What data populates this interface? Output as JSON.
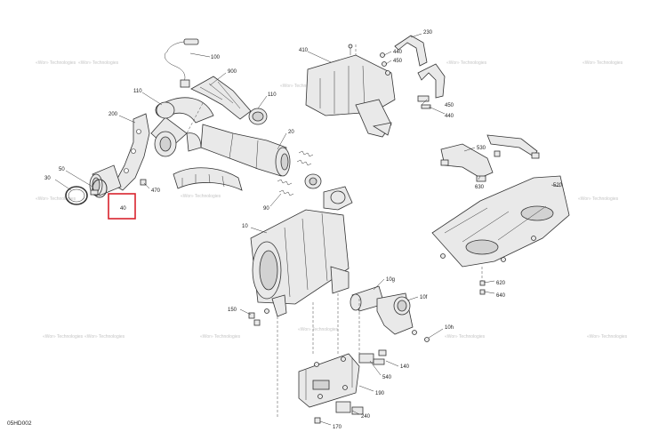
{
  "diagram": {
    "drawing_code": "05HD002",
    "highlight_color": "#d9232d",
    "watermark_text": "«Wor» Technologies",
    "labels": {
      "l100": "100",
      "l900": "900",
      "l110a": "110",
      "l110b": "110",
      "l200": "200",
      "l20": "20",
      "l50": "50",
      "l30": "30",
      "l40": "40",
      "l470": "470",
      "l90": "90",
      "l410": "410",
      "l230": "230",
      "l440a": "440",
      "l450a": "450",
      "l450b": "450",
      "l440b": "440",
      "l530": "530",
      "l630": "630",
      "l520": "520",
      "l620": "620",
      "l640": "640",
      "l10": "10",
      "l10g": "10g",
      "l10f": "10f",
      "l150": "150",
      "l10h": "10h",
      "l140": "140",
      "l540": "540",
      "l190": "190",
      "l240": "240",
      "l170": "170"
    }
  }
}
